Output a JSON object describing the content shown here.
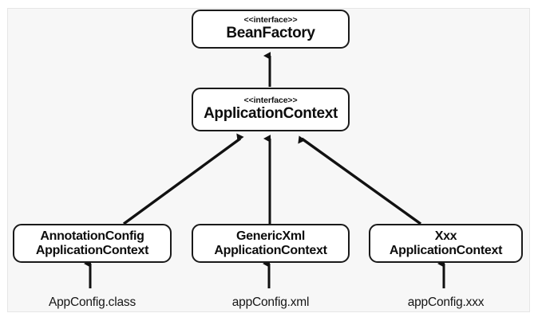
{
  "diagram": {
    "type": "uml-class-diagram",
    "background_color": "#f7f7f7",
    "frame_border_color": "#e6e6e6",
    "stroke_color": "#1a1a1a",
    "node_fill_color": "#ffffff",
    "stereotype_text": "<<interface>>",
    "nodes": [
      {
        "id": "beanfactory",
        "stereotype": "<<interface>>",
        "title": "BeanFactory",
        "kind": "interface"
      },
      {
        "id": "applicationcontext",
        "stereotype": "<<interface>>",
        "title": "ApplicationContext",
        "kind": "interface"
      },
      {
        "id": "annotationconfig",
        "line1": "AnnotationConfig",
        "line2": "ApplicationContext",
        "kind": "class"
      },
      {
        "id": "genericxml",
        "line1": "GenericXml",
        "line2": "ApplicationContext",
        "kind": "class"
      },
      {
        "id": "xxx",
        "line1": "Xxx",
        "line2": "ApplicationContext",
        "kind": "class"
      }
    ],
    "file_labels": [
      {
        "id": "appconfig-class",
        "text": "AppConfig.class"
      },
      {
        "id": "appconfig-xml",
        "text": "appConfig.xml"
      },
      {
        "id": "appconfig-xxx",
        "text": "appConfig.xxx"
      }
    ],
    "edges": [
      {
        "id": "applicationcontext-to-beanfactory",
        "from": "applicationcontext",
        "to": "beanfactory",
        "relation": "extends",
        "arrowhead": "solid-triangle"
      },
      {
        "id": "annotationconfig-to-applicationcontext",
        "from": "annotationconfig",
        "to": "applicationcontext",
        "relation": "implements",
        "arrowhead": "solid-triangle"
      },
      {
        "id": "genericxml-to-applicationcontext",
        "from": "genericxml",
        "to": "applicationcontext",
        "relation": "implements",
        "arrowhead": "solid-triangle"
      },
      {
        "id": "xxx-to-applicationcontext",
        "from": "xxx",
        "to": "applicationcontext",
        "relation": "implements",
        "arrowhead": "solid-triangle"
      },
      {
        "id": "annotationconfig-to-appconfig-class",
        "from": "annotationconfig",
        "to": "appconfig-class",
        "relation": "reads",
        "arrowhead": "solid-triangle"
      },
      {
        "id": "genericxml-to-appconfig-xml",
        "from": "genericxml",
        "to": "appconfig-xml",
        "relation": "reads",
        "arrowhead": "solid-triangle"
      },
      {
        "id": "xxx-to-appconfig-xxx",
        "from": "xxx",
        "to": "appconfig-xxx",
        "relation": "reads",
        "arrowhead": "solid-triangle"
      }
    ]
  }
}
